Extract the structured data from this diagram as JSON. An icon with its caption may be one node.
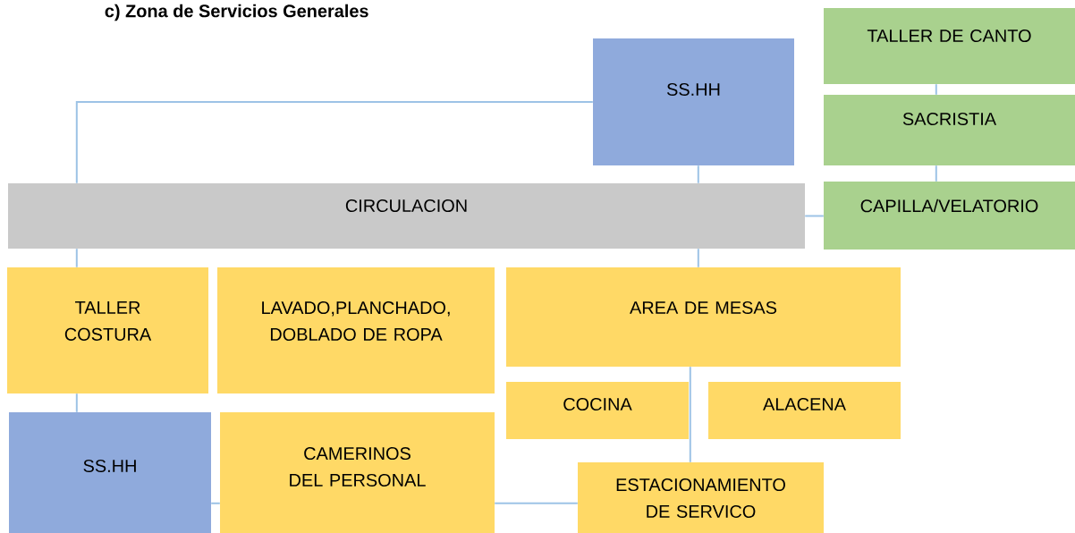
{
  "diagram": {
    "title": "c) Zona de Servicios Generales",
    "nodes": [
      {
        "text": [
          "SS.HH"
        ]
      },
      {
        "text": [
          "TALLER DE CANTO"
        ]
      },
      {
        "text": [
          "SACRISTIA"
        ]
      },
      {
        "text": [
          "CIRCULACION"
        ]
      },
      {
        "text": [
          "CAPILLA/VELATORIO"
        ]
      },
      {
        "text": [
          "TALLER COSTURA"
        ]
      },
      {
        "text": [
          "LAVADO,PLANCHADO, DOBLADO DE ROPA"
        ]
      },
      {
        "text": [
          "AREA DE MESAS"
        ]
      },
      {
        "text": [
          "COCINA"
        ]
      },
      {
        "text": [
          "ALACENA"
        ]
      },
      {
        "text": [
          "SS.HH"
        ]
      },
      {
        "text": [
          "CAMERINOS DEL PERSONAL"
        ]
      },
      {
        "text": [
          "ESTACIONAMIENTO DE SERVICO"
        ]
      }
    ],
    "edges": [
      {
        "from": 0,
        "to": 3,
        "arrow": "none"
      },
      {
        "from": 0,
        "to": 3,
        "arrow": "none"
      },
      {
        "from": 1,
        "to": 2,
        "arrow": "none"
      },
      {
        "from": 2,
        "to": 4,
        "arrow": "none"
      },
      {
        "from": 3,
        "to": 4,
        "arrow": "none"
      },
      {
        "from": 3,
        "to": 5,
        "arrow": "none"
      },
      {
        "from": 3,
        "to": 7,
        "arrow": "none"
      },
      {
        "from": 7,
        "to": 12,
        "arrow": "none"
      },
      {
        "from": 5,
        "to": 10,
        "arrow": "none"
      },
      {
        "from": 10,
        "to": 11,
        "arrow": "none"
      },
      {
        "from": 11,
        "to": 12,
        "arrow": "none"
      }
    ]
  }
}
